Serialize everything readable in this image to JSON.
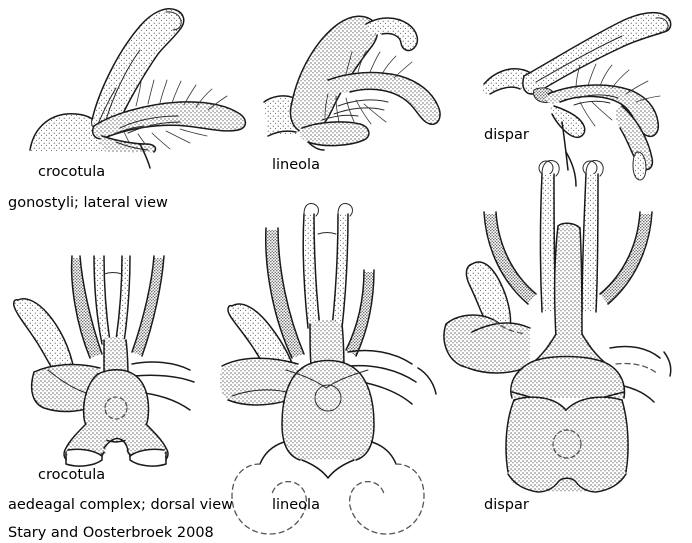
{
  "figure": {
    "kind": "scientific-line-drawing-plate",
    "attribution": "Stary and Oosterbroek 2008",
    "background_color": "#ffffff",
    "ink_color": "#1a1a1a",
    "rows": [
      {
        "view_caption": "gonostyli; lateral view",
        "panels": [
          {
            "species": "crocotula"
          },
          {
            "species": "lineola"
          },
          {
            "species": "dispar"
          }
        ]
      },
      {
        "view_caption": "aedeagal complex; dorsal view",
        "panels": [
          {
            "species": "crocotula"
          },
          {
            "species": "lineola"
          },
          {
            "species": "dispar"
          }
        ]
      }
    ]
  },
  "labels": {
    "top_left_species": "crocotula",
    "top_mid_species": "lineola",
    "top_right_species": "dispar",
    "top_view_caption": "gonostyli; lateral view",
    "bottom_left_species": "crocotula",
    "bottom_mid_species": "lineola",
    "bottom_right_species": "dispar",
    "bottom_view_caption": "aedeagal complex; dorsal view",
    "credit": "Stary and Oosterbroek 2008"
  }
}
